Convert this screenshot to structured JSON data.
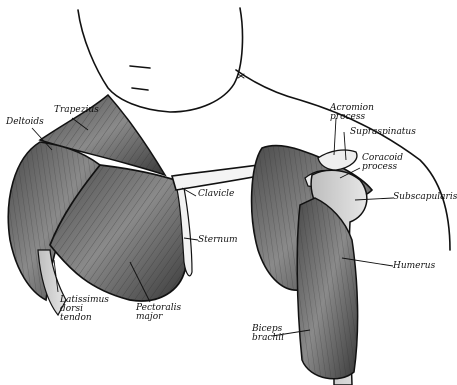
{
  "labels": {
    "deltoids": "Deltoids",
    "trapezius": "Trapezius",
    "clavicle": "Clavicle",
    "sternum": "Sternum",
    "latissimus": "Latissimus\ndorsi\ntendon",
    "pectoralis": "Pectoralis\nmajor",
    "acromion": "Acromion\nprocess",
    "supraspinatus": "Supraspinatus",
    "coracoid": "Coracoid\nprocess",
    "subscapularis": "Subscapularis",
    "humerus": "Humerus",
    "biceps": "Biceps\nbrachii"
  },
  "colors": {
    "ink": "#111111",
    "muscle_dark": "#5a5a5a",
    "muscle_mid": "#8a8a8a",
    "muscle_light": "#c8c8c8",
    "bone": "#f4f4f4"
  }
}
